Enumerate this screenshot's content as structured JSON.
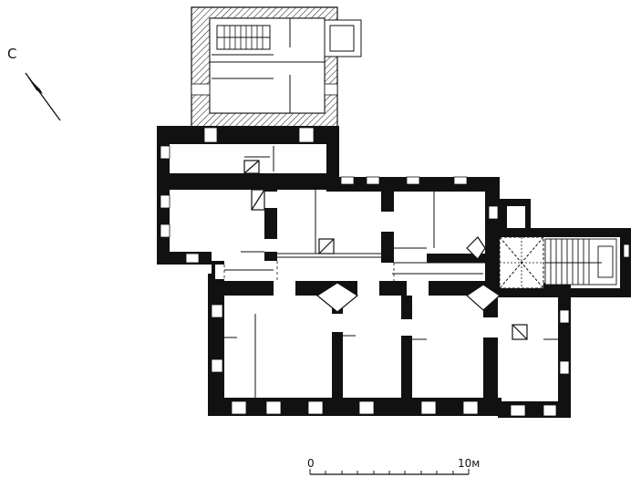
{
  "compass": {
    "letter": "С"
  },
  "scale": {
    "start_label": "0",
    "end_label": "10м"
  },
  "colors": {
    "wall": "#111111",
    "paper": "#ffffff",
    "hatch": "#333333"
  },
  "icons": [
    "compass-arrow-icon",
    "stair-icon",
    "vault-cross-icon",
    "stove-icon"
  ]
}
